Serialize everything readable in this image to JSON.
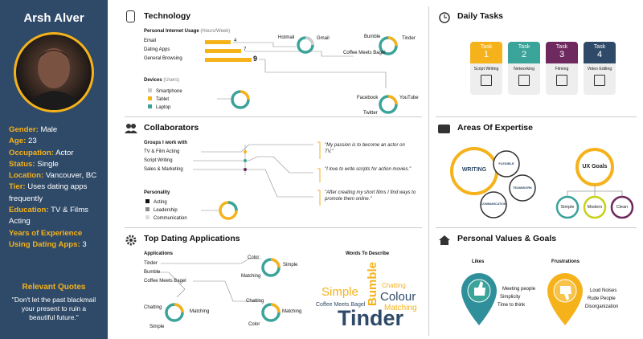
{
  "persona": {
    "name": "Arsh Alver",
    "facts": [
      {
        "label": "Gender:",
        "value": "Male"
      },
      {
        "label": "Age:",
        "value": "23"
      },
      {
        "label": "Occupation:",
        "value": "Actor"
      },
      {
        "label": "Status:",
        "value": "Single"
      },
      {
        "label": "Location:",
        "value": "Vancouver, BC"
      },
      {
        "label": "Tier:",
        "value": "Uses dating apps frequently"
      },
      {
        "label": "Education:",
        "value": "TV & Films Acting"
      },
      {
        "label": "Years of Experience",
        "value": ""
      },
      {
        "label": "Using Dating Apps:",
        "value": "3"
      }
    ],
    "quotes_title": "Relevant Quotes",
    "quote": "\"Don't let the past blackmail your present to ruin a beautiful future.\""
  },
  "technology": {
    "title": "Technology",
    "usage_title": "Personal Internet Usage",
    "usage_unit": "(Hours/Week)",
    "usage": [
      {
        "label": "Email",
        "value": "4"
      },
      {
        "label": "Dating Apps",
        "value": "7"
      },
      {
        "label": "General Browsing",
        "value": "9"
      }
    ],
    "email_apps": [
      "Hotmail",
      "Gmail"
    ],
    "dating_apps": [
      "Bumble",
      "Tinder",
      "Coffee Meets Bagel"
    ],
    "browsing_apps": [
      "Facebook",
      "YouTube",
      "Twitter"
    ],
    "devices_title": "Devices",
    "devices_unit": "(Users)",
    "devices": [
      "Smartphone",
      "Tablet",
      "Laptop"
    ]
  },
  "collaborators": {
    "title": "Collaborators",
    "groups_title": "Groups I work with",
    "groups": [
      "TV & Film Acting",
      "Script Writing",
      "Sales & Marketing"
    ],
    "personality_title": "Personality",
    "personality": [
      "Acting",
      "Leadership",
      "Communication"
    ],
    "quotes": [
      "\"My passion is to become an actor on TV.\"",
      "\"I love to write scripts for action movies.\"",
      "\"After creating my short films I find ways to promote them online.\""
    ]
  },
  "dating": {
    "title": "Top Dating Applications",
    "apps_title": "Applications",
    "apps": [
      "Tinder",
      "Bumble",
      "Coffee Meets Bagel"
    ],
    "donut1": [
      "Color",
      "Simple",
      "Matching"
    ],
    "donut2": [
      "Chatting",
      "Matching",
      "Simple"
    ],
    "donut3": [
      "Chatting",
      "Matching",
      "Color"
    ],
    "words_title": "Words To Describe",
    "words": [
      "Simple",
      "Bumble",
      "Chatting",
      "Colour",
      "Coffee Meets Bagel",
      "Matching",
      "Tinder"
    ]
  },
  "tasks": {
    "title": "Daily Tasks",
    "items": [
      {
        "label": "Task",
        "num": "1",
        "desc": "Script Writing",
        "color": "#f5b21b"
      },
      {
        "label": "Task",
        "num": "2",
        "desc": "Networking",
        "color": "#3aa39a"
      },
      {
        "label": "Task",
        "num": "3",
        "desc": "Filming",
        "color": "#6e2a5e"
      },
      {
        "label": "Task",
        "num": "4",
        "desc": "Video Editing",
        "color": "#2f4a68"
      }
    ]
  },
  "expertise": {
    "title": "Areas Of Expertise",
    "bubbles": [
      "WRITING",
      "FLEXIBLE",
      "TEAMWORK",
      "COMMUNICATION"
    ],
    "ux_title": "UX Goals",
    "ux": [
      "Simple",
      "Modern",
      "Clean"
    ]
  },
  "values": {
    "title": "Personal Values & Goals",
    "likes_title": "Likes",
    "likes": [
      "Meeting people",
      "Simplicity",
      "Time to think"
    ],
    "frustrations_title": "Frustrations",
    "frustrations": [
      "Loud Noises",
      "Rude People",
      "Disorganization"
    ]
  },
  "colors": {
    "navy": "#2f4a68",
    "yellow": "#f5b21b",
    "teal": "#3aa39a",
    "plum": "#6e2a5e"
  }
}
